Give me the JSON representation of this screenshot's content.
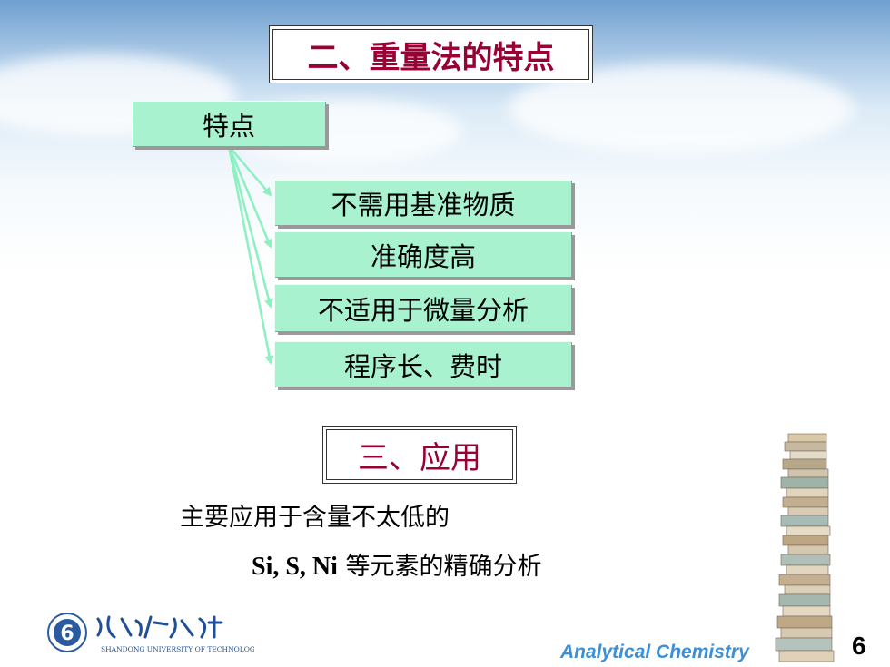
{
  "section_title": "二、重量法的特点",
  "diagram": {
    "root_label": "特点",
    "children": [
      "不需用基准物质",
      "准确度高",
      "不适用于微量分析",
      "程序长、费时"
    ]
  },
  "section_title_2": "三、应用",
  "application": {
    "line1": "主要应用于含量不太低的",
    "line2_latin": "Si, S, Ni",
    "line2_rest": " 等元素的精确分析"
  },
  "footer": {
    "university_name_en": "SHANDONG UNIVERSITY OF TECHNOLOGY",
    "course_title": "Analytical Chemistry",
    "page_number": "6"
  },
  "colors": {
    "title": "#990033",
    "box_fill": "#a8f2cf",
    "arrow": "#8cf0c0",
    "footer_text": "#3e8fd4"
  },
  "icons": [
    "university-logo-icon",
    "book-stack-icon"
  ]
}
